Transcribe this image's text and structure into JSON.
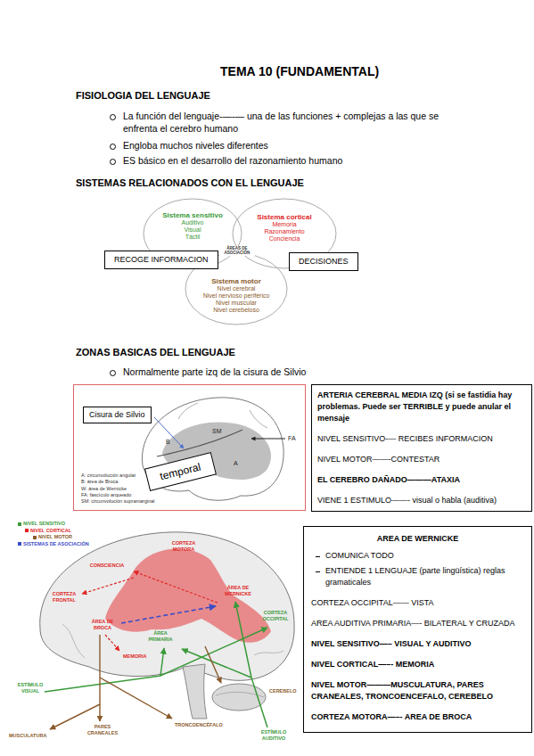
{
  "diagram": {
    "title": "TEMA 10 (FUNDAMENTAL)",
    "nodes": [
      {
        "text": [
          "Sistema sensitivo",
          "Auditivo",
          "Visual",
          "Táctil"
        ]
      },
      {
        "text": [
          "Sistema cortical",
          "Memoria",
          "Razonamiento",
          "Conciencia"
        ]
      },
      {
        "text": [
          "RECOGE INFORMACION"
        ]
      },
      {
        "text": [
          "DECISIONES"
        ]
      },
      {
        "text": [
          "Sistema motor",
          "Nivel cerebral",
          "Nivel nervioso periférico",
          "Nivel muscular",
          "Nivel cerebeloso"
        ]
      },
      {
        "text": [
          "A: circunvolución angular",
          "B: área de Broca",
          "W: área de Wernicke",
          "FA: fascículo arqueado",
          "SM: circunvolución supramarginal"
        ]
      },
      {
        "text": [
          "Cisura de Silvio"
        ],
        "in": 5
      },
      {
        "text": [
          "temporal"
        ],
        "in": 5
      },
      {
        "text": [
          "ARTERIA CEREBRAL MEDIA IZQ (si se fastidia hay problemas. Puede ser TERRIBLE y puede anular el mensaje",
          "NIVEL SENSITIVO-— RECIBES INFORMACION",
          "NIVEL MOTOR——-CONTESTAR",
          "EL CEREBRO DAÑADO———ATAXIA",
          "VIENE 1 ESTIMULO——- visual o habla (auditiva)"
        ]
      },
      {
        "text": [
          "AREA DE WERNICKE",
          "COMUNICA TODO",
          "ENTIENDE 1 LENGUAJE (parte lingüística) reglas gramaticales",
          "CORTEZA OCCIPITAL—— VISTA",
          "AREA AUDITIVA PRIMARIA—- BILATERAL Y CRUZADA",
          "NIVEL SENSITIVO—– VISUAL Y AUDITIVO",
          "NIVEL CORTICAL—–- MEMORIA",
          "NIVEL MOTOR———MUSCULATURA, PARES CRANEALES, TRONCOENCEFALO, CEREBELO",
          "CORTEZA MOTORA—–- AREA DE BROCA"
        ]
      }
    ],
    "labels": [
      "FISIOLOGIA DEL LENGUAJE",
      "La función del lenguaje-—-— una de las funciones + complejas a las que se enfrenta el cerebro humano",
      "Engloba muchos niveles diferentes",
      "ES básico en el desarrollo del razonamiento humano",
      "SISTEMAS RELACIONADOS CON EL LENGUAJE",
      "ÁREAS DE ASOCIACIÓN",
      "ZONAS BASICAS DEL LENGUAJE",
      "Normalmente parte izq de la cisura de Silvio",
      "B",
      "SM",
      "FA",
      "A",
      "CONSCIENCIA",
      "CORTEZA MOTORA",
      "CORTEZA FRONTAL",
      "ÁREA DE BROCA",
      "MEMORIA",
      "ÁREA PRIMARIA",
      "ÁREA DE WERNICKE",
      "CORTEZA OCCIPITAL",
      "CEREBELO",
      "TRONCOENCÉFALO",
      "PARES CRANEALES",
      "MUSCULATURA",
      "ESTÍMULO VISUAL",
      "ESTÍMULO AUDITIVO"
    ],
    "legend": [
      {
        "text": "NIVEL SENSITIVO",
        "color": "#3a9a3a"
      },
      {
        "text": "NIVEL CORTICAL",
        "color": "#e02424"
      },
      {
        "text": "NIVEL MOTOR",
        "color": "#8a5a2b"
      },
      {
        "text": "SISTEMAS DE ASOCIACIÓN",
        "color": "#3b4cc8"
      }
    ]
  }
}
